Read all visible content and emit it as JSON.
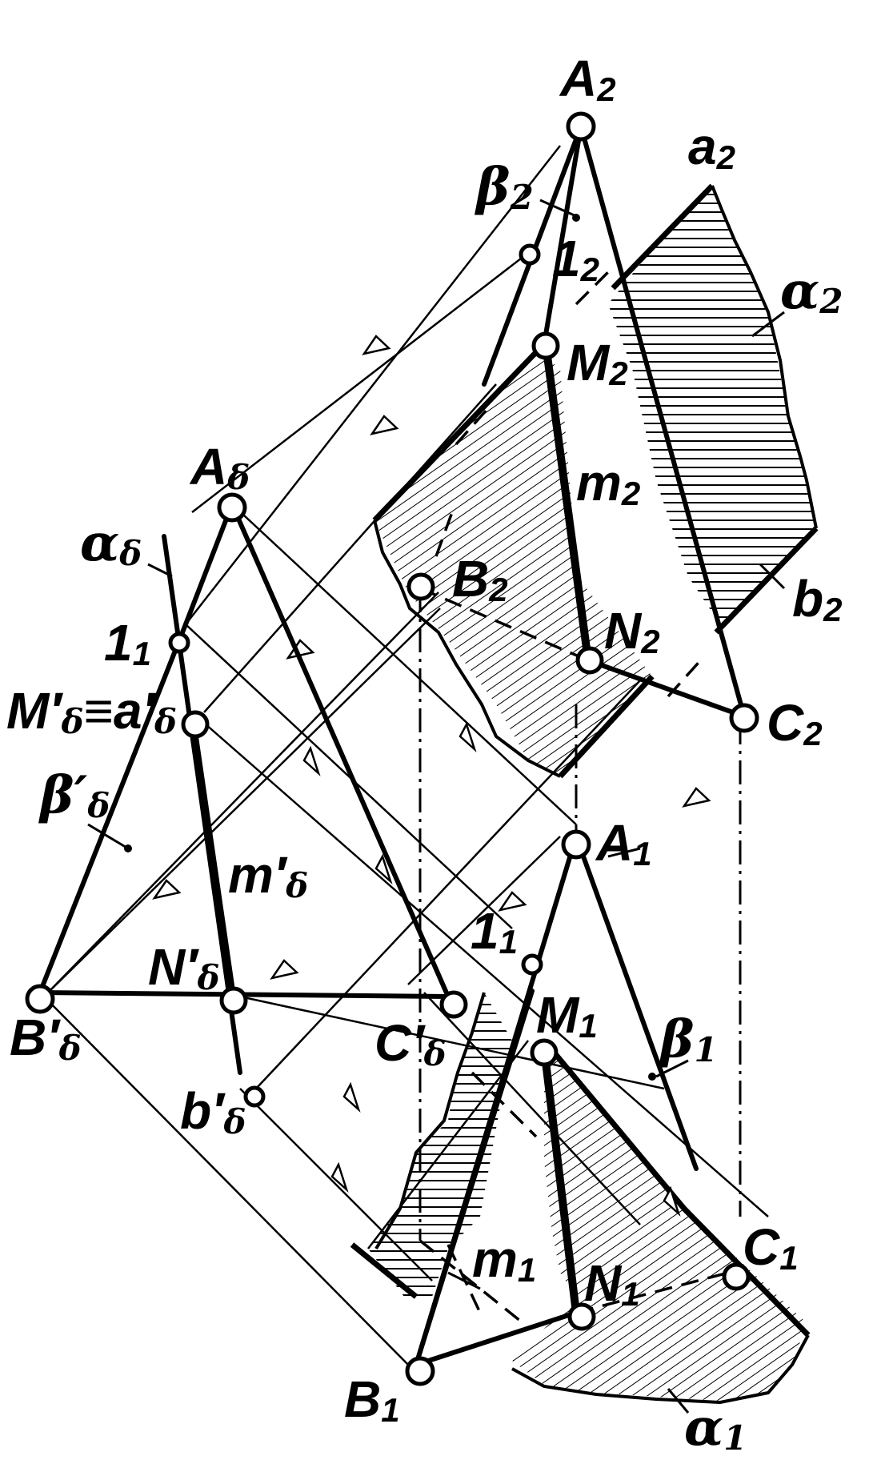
{
  "labels": {
    "A2": {
      "main": "A",
      "sub": "2"
    },
    "a2": {
      "main": "a",
      "sub": "2"
    },
    "beta2": {
      "main": "β",
      "sub": "2"
    },
    "one2": {
      "main": "1",
      "sub": "2"
    },
    "alpha2": {
      "main": "α",
      "sub": "2"
    },
    "M2": {
      "main": "M",
      "sub": "2"
    },
    "m2": {
      "main": "m",
      "sub": "2"
    },
    "Ad": {
      "main": "A",
      "sub": "δ"
    },
    "alphad": {
      "main": "α",
      "sub": "δ"
    },
    "B2": {
      "main": "B",
      "sub": "2"
    },
    "b2": {
      "main": "b",
      "sub": "2"
    },
    "N2": {
      "main": "N",
      "sub": "2"
    },
    "one1_left": {
      "main": "1",
      "sub": "1"
    },
    "Md_ad": {
      "main": "M′",
      "sub": "δ",
      "mid": "≡a′",
      "sub2": "δ"
    },
    "C2": {
      "main": "C",
      "sub": "2"
    },
    "betad": {
      "main": "β′",
      "sub": "δ"
    },
    "A1": {
      "main": "A",
      "sub": "1"
    },
    "md": {
      "main": "m′",
      "sub": "δ"
    },
    "one1_right": {
      "main": "1",
      "sub": "1"
    },
    "Nd": {
      "main": "N′",
      "sub": "δ"
    },
    "M1": {
      "main": "M",
      "sub": "1"
    },
    "Bd": {
      "main": "B′",
      "sub": "δ"
    },
    "Cd": {
      "main": "C′",
      "sub": "δ"
    },
    "beta1": {
      "main": "β",
      "sub": "1"
    },
    "bd": {
      "main": "b′",
      "sub": "δ"
    },
    "m1": {
      "main": "m",
      "sub": "1"
    },
    "C1": {
      "main": "C",
      "sub": "1"
    },
    "N1": {
      "main": "N",
      "sub": "1"
    },
    "B1": {
      "main": "B",
      "sub": "1"
    },
    "alpha1": {
      "main": "α",
      "sub": "1"
    }
  }
}
